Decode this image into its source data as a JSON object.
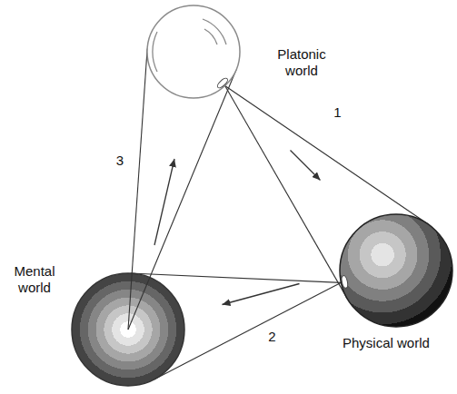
{
  "diagram": {
    "nodes": [
      {
        "text": [
          "Platonic world"
        ]
      },
      {
        "text": [
          "Physical world"
        ]
      },
      {
        "text": [
          "Mental world"
        ]
      }
    ],
    "edges": [
      {
        "from": 0,
        "to": 1,
        "arrow": "to",
        "label": "1"
      },
      {
        "from": 1,
        "to": 2,
        "arrow": "to",
        "label": "2"
      },
      {
        "from": 2,
        "to": 0,
        "arrow": "to",
        "label": "3"
      }
    ]
  }
}
